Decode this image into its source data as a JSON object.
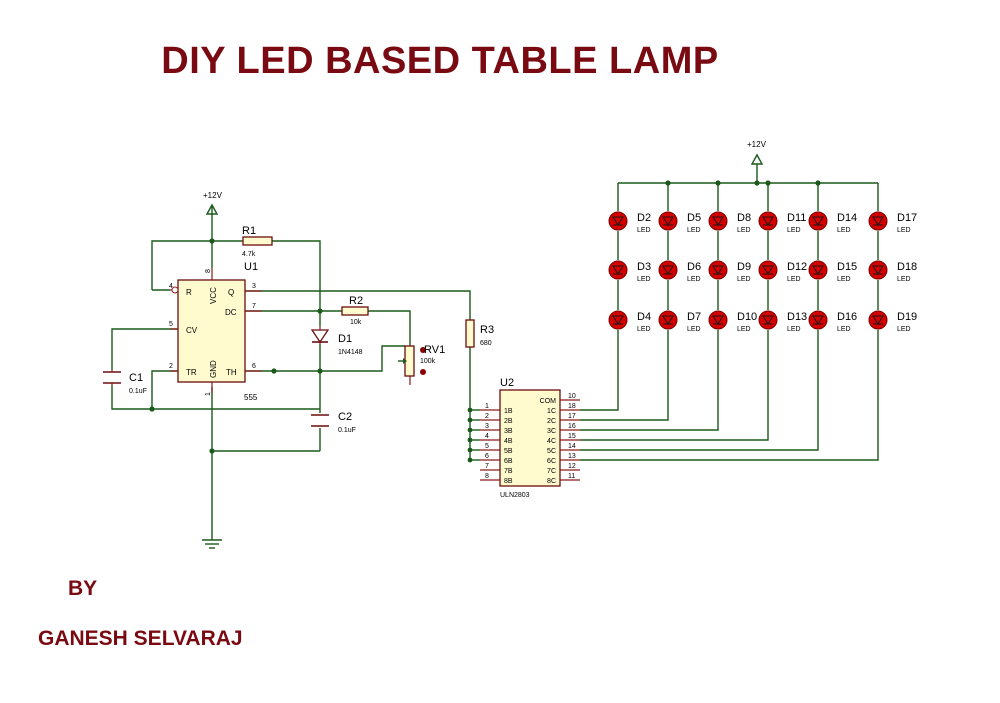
{
  "title": "DIY LED BASED TABLE LAMP",
  "by": "BY",
  "author": "GANESH SELVARAJ",
  "supply": {
    "label": "+12V"
  },
  "ic_555": {
    "ref": "U1",
    "part": "555",
    "pins": {
      "r": "R",
      "vcc": "VCC",
      "q": "Q",
      "dc": "DC",
      "cv": "CV",
      "tr": "TR",
      "th": "TH",
      "gnd": "GND"
    },
    "nums": {
      "r": "4",
      "vcc": "8",
      "q": "3",
      "dc": "7",
      "cv": "5",
      "tr": "2",
      "th": "6",
      "gnd": "1"
    }
  },
  "r1": {
    "ref": "R1",
    "value": "4.7k"
  },
  "r2": {
    "ref": "R2",
    "value": "10k"
  },
  "r3": {
    "ref": "R3",
    "value": "680"
  },
  "rv1": {
    "ref": "RV1",
    "value": "100k"
  },
  "d1": {
    "ref": "D1",
    "value": "1N4148"
  },
  "c1": {
    "ref": "C1",
    "value": "0.1uF"
  },
  "c2": {
    "ref": "C2",
    "value": "0.1uF"
  },
  "uln": {
    "ref": "U2",
    "part": "ULN2803",
    "left_labels": [
      "1B",
      "2B",
      "3B",
      "4B",
      "5B",
      "6B",
      "7B",
      "8B"
    ],
    "left_nums": [
      "1",
      "2",
      "3",
      "4",
      "5",
      "6",
      "7",
      "8"
    ],
    "right_labels": [
      "COM",
      "1C",
      "2C",
      "3C",
      "4C",
      "5C",
      "6C",
      "7C",
      "8C"
    ],
    "right_nums": [
      "10",
      "18",
      "17",
      "16",
      "15",
      "14",
      "13",
      "12",
      "11"
    ]
  },
  "leds": {
    "label": "LED",
    "refs": [
      [
        "D2",
        "D5",
        "D8",
        "D11",
        "D14",
        "D17"
      ],
      [
        "D3",
        "D6",
        "D9",
        "D12",
        "D15",
        "D18"
      ],
      [
        "D4",
        "D7",
        "D10",
        "D13",
        "D16",
        "D19"
      ]
    ]
  }
}
